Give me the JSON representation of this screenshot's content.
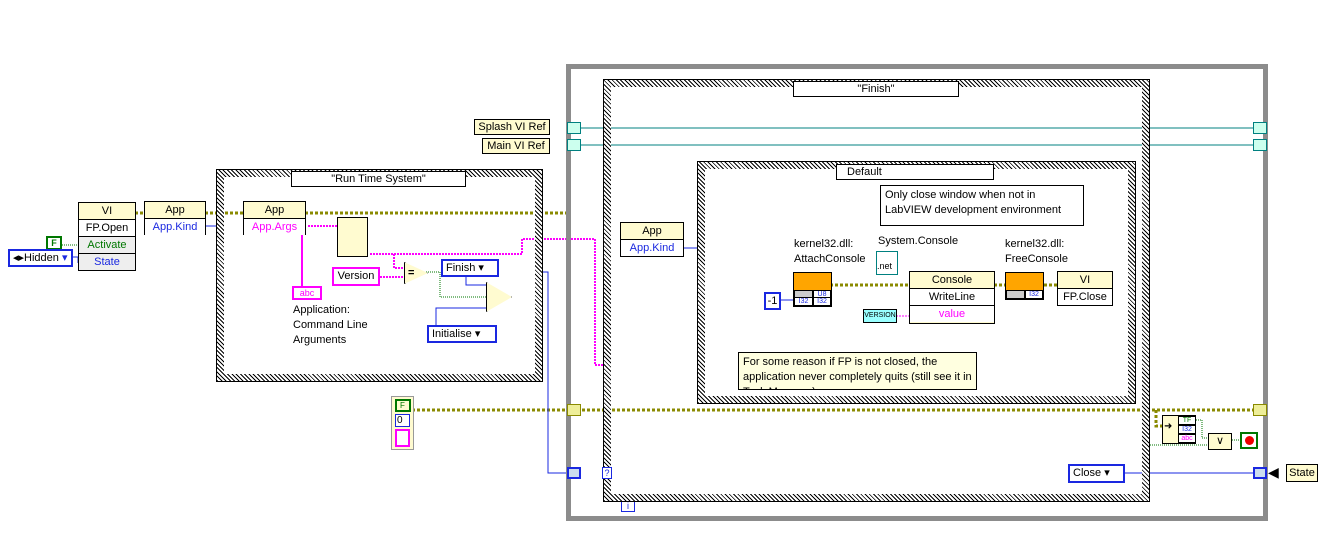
{
  "left": {
    "bool_const": "F",
    "hidden_enum": "Hidden",
    "fp_open_node": {
      "class": "VI",
      "method": "FP.Open",
      "inputs": [
        "Activate",
        "State"
      ]
    },
    "app_kind_node": {
      "class": "App",
      "property": "App.Kind"
    }
  },
  "run_time_case": {
    "selector": "\"Run Time System\"",
    "app_args_node": {
      "class": "App",
      "property": "App.Args"
    },
    "indicator_label": "Application: Command Line Arguments",
    "indicator_glyph": "abc",
    "version_const": "Version",
    "finish_enum": "Finish",
    "initialise_enum": "Initialise"
  },
  "refs": {
    "splash": "Splash VI Ref",
    "main": "Main VI Ref"
  },
  "cluster_const": {
    "bool": "F",
    "num": "0"
  },
  "outer_case": {
    "selector": "\"Finish\"",
    "app_kind_node": {
      "class": "App",
      "property": "App.Kind"
    },
    "close_enum": "Close"
  },
  "inner_case": {
    "selector": "Default",
    "note_top": "Only close window when not in LabVIEW development environment",
    "attach_label": "kernel32.dll: AttachConsole",
    "attach_types": [
      "U8",
      "I32",
      "I32"
    ],
    "minus_one": "-1",
    "net_label": "System.Console",
    "net_glyph": ".net",
    "console_node": {
      "class": "Console",
      "method": "WriteLine",
      "input": "value"
    },
    "version_const": "VERSION",
    "free_label": "kernel32.dll: FreeConsole",
    "free_types": [
      "I32"
    ],
    "fp_close_node": {
      "class": "VI",
      "method": "FP.Close"
    },
    "note_bottom": "For some reason if FP is not closed, the application never completely quits (still see it in Task Manager)"
  },
  "right": {
    "state_label": "State",
    "unbundle_types": [
      "TF",
      "I32",
      "abc"
    ],
    "iteration_label": "i"
  },
  "colors": {
    "refnum": "#9a9a00",
    "string": "#ff00ff",
    "enum": "#1a28e0",
    "bool": "#007700",
    "dotnet": "#008080"
  }
}
